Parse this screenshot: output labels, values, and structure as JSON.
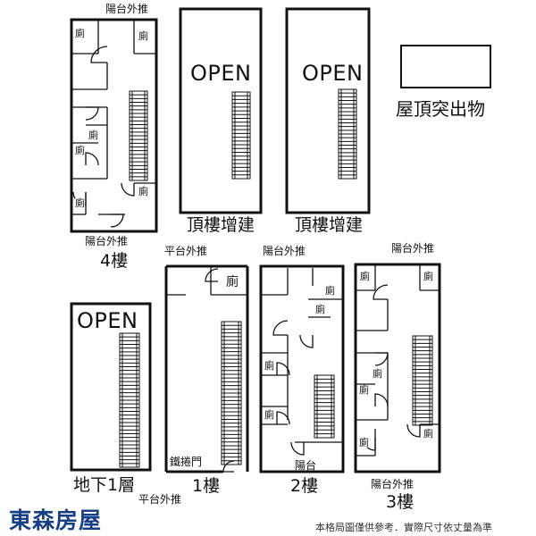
{
  "floors": {
    "f4": {
      "name": "4樓",
      "balcony_top": "陽台外推",
      "balcony_bottom": "陽台外推",
      "toilet": "廁"
    },
    "roof_a": {
      "name": "頂樓增建",
      "open": "OPEN"
    },
    "roof_b": {
      "name": "頂樓增建",
      "open": "OPEN"
    },
    "roof_protrusion": {
      "name": "屋頂突出物"
    },
    "basement": {
      "name": "地下1層",
      "open": "OPEN"
    },
    "f1": {
      "name": "1樓",
      "terrace_top": "平台外推",
      "terrace_bottom": "平台外推",
      "gate": "鐵捲門",
      "toilet": "廁"
    },
    "f2": {
      "name": "2樓",
      "balcony_top": "陽台外推",
      "balcony_bottom": "陽台",
      "toilet": "廁"
    },
    "f3": {
      "name": "3樓",
      "balcony_top": "陽台外推",
      "balcony_bottom": "陽台外推",
      "toilet": "廁"
    }
  },
  "brand": "東森房屋",
  "disclaimer": "本格局圖僅供參考．實際尺寸依丈量為準",
  "colors": {
    "line": "#111111",
    "brand": "#173f86"
  }
}
